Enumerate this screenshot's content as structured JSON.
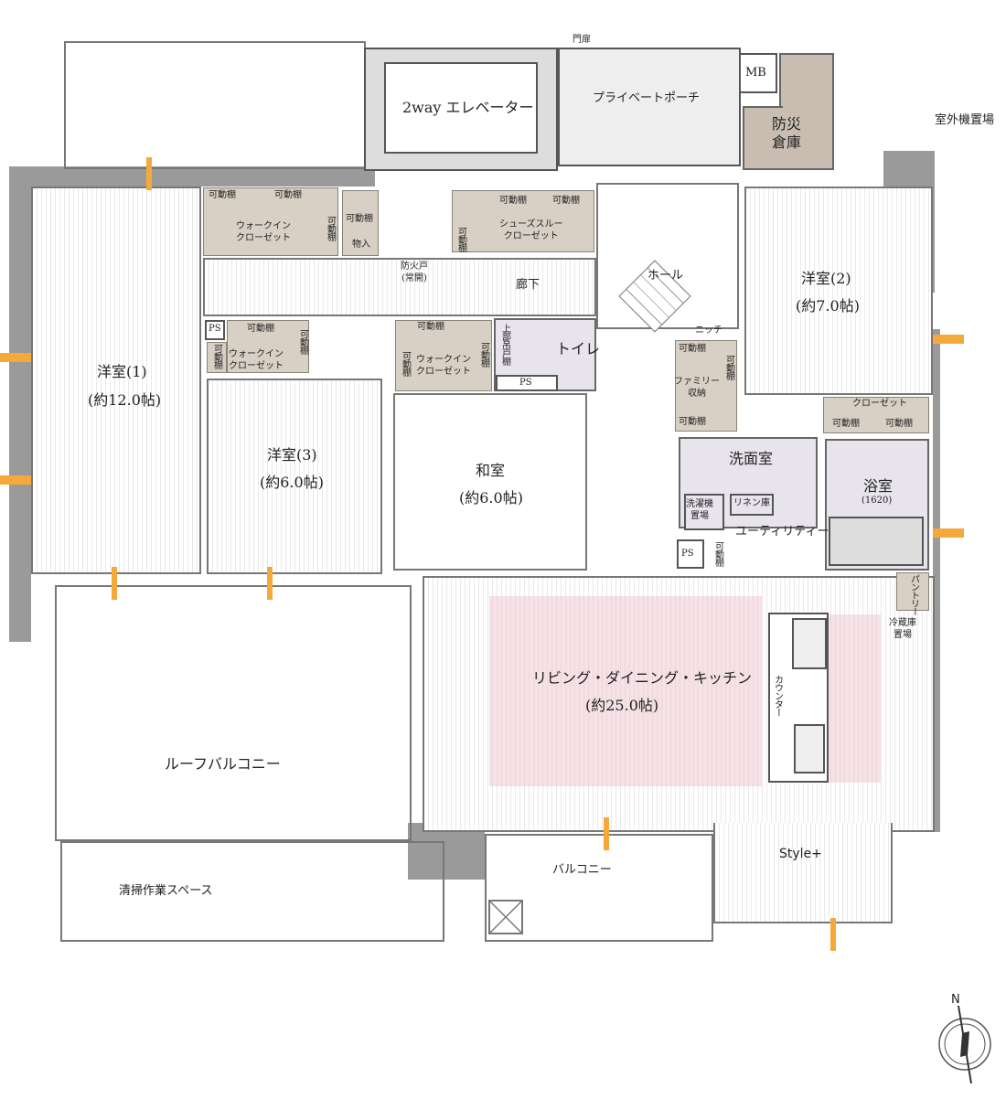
{
  "rooms": {
    "western1": {
      "name": "洋室(1)",
      "size": "(約12.0帖)"
    },
    "western2": {
      "name": "洋室(2)",
      "size": "(約7.0帖)"
    },
    "western3": {
      "name": "洋室(3)",
      "size": "(約6.0帖)"
    },
    "japanese": {
      "name": "和室",
      "size": "(約6.0帖)"
    },
    "ldk": {
      "name": "リビング・ダイニング・キッチン",
      "size": "(約25.0帖)"
    },
    "washroom": "洗面室",
    "bath": {
      "name": "浴室",
      "size": "(1620)"
    },
    "toilet": "トイレ",
    "hall": "ホール",
    "corridor": "廊下",
    "utility": "ユーティリティー",
    "roof_balcony": "ルーフバルコニー",
    "cleaning_space": "清掃作業スペース",
    "balcony": "バルコニー",
    "style_plus": "Style+",
    "private_porch": "プライベートポーチ",
    "elevator": "2way エレベーター",
    "disaster_storage": "防災倉庫",
    "outdoor_unit": "室外機置場",
    "gate": "門扉",
    "mb": "MB"
  },
  "storage": {
    "shelf": "可動棚",
    "walkin": "ウォークインクローゼット",
    "walkin_l1": "ウォークイン",
    "walkin_l2": "クローゼット",
    "storage": "物入",
    "shoes_l1": "シューズスルー",
    "shoes_l2": "クローゼット",
    "closet": "クローゼット",
    "family_l1": "ファミリー",
    "family_l2": "収納",
    "niche": "ニッチ",
    "upper_cabinet": "上部吊戸棚",
    "linen": "リネン庫",
    "washer_l1": "洗濯機",
    "washer_l2": "置場",
    "pantry": "パントリー",
    "fridge_l1": "冷蔵庫",
    "fridge_l2": "置場",
    "counter": "カウンター",
    "ps": "PS",
    "fire_door_l1": "防火戸",
    "fire_door_l2": "(常開)"
  },
  "compass": {
    "north": "N"
  },
  "colors": {
    "wall": "#9a9a9a",
    "closet": "#d8d0c4",
    "wet": "#e8e4ec",
    "ldk_highlight": "#f3e1e6",
    "storage_room": "#c8bdb0",
    "window": "#f6a93b"
  }
}
